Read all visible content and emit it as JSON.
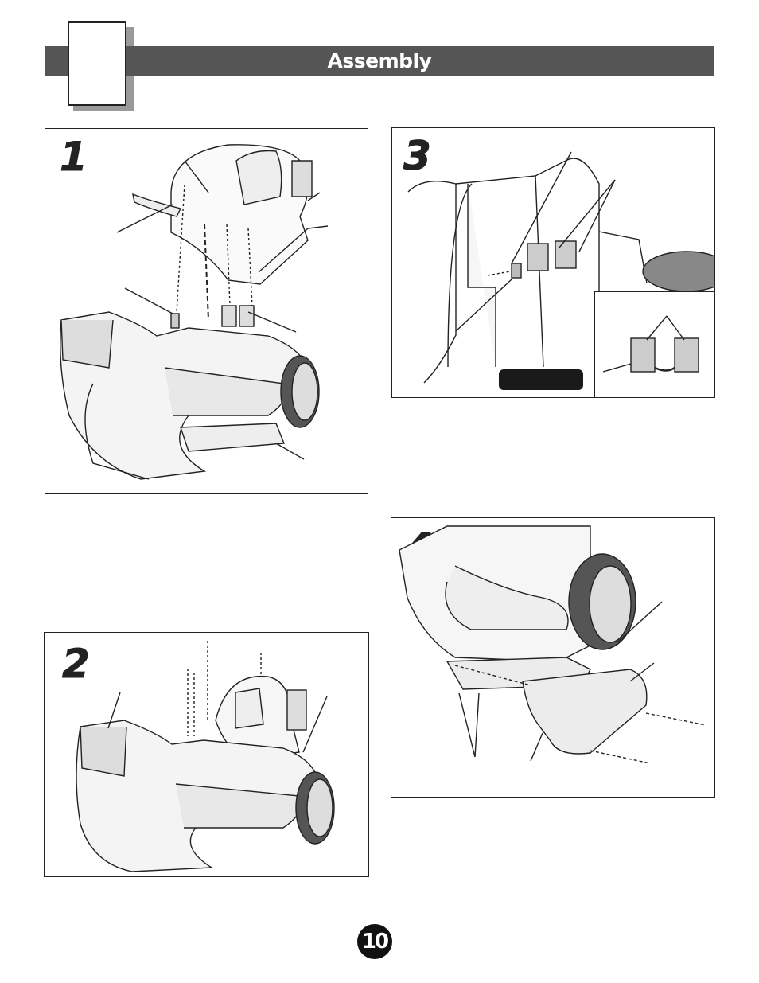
{
  "header": {
    "title": "Assembly"
  },
  "steps": [
    {
      "number": "1"
    },
    {
      "number": "2"
    },
    {
      "number": "3"
    },
    {
      "number": "4"
    }
  ],
  "footer": {
    "page_number": "10"
  },
  "colors": {
    "header_bar": "#555555",
    "tab_shadow": "#9a9a9a",
    "ink": "#222222"
  }
}
